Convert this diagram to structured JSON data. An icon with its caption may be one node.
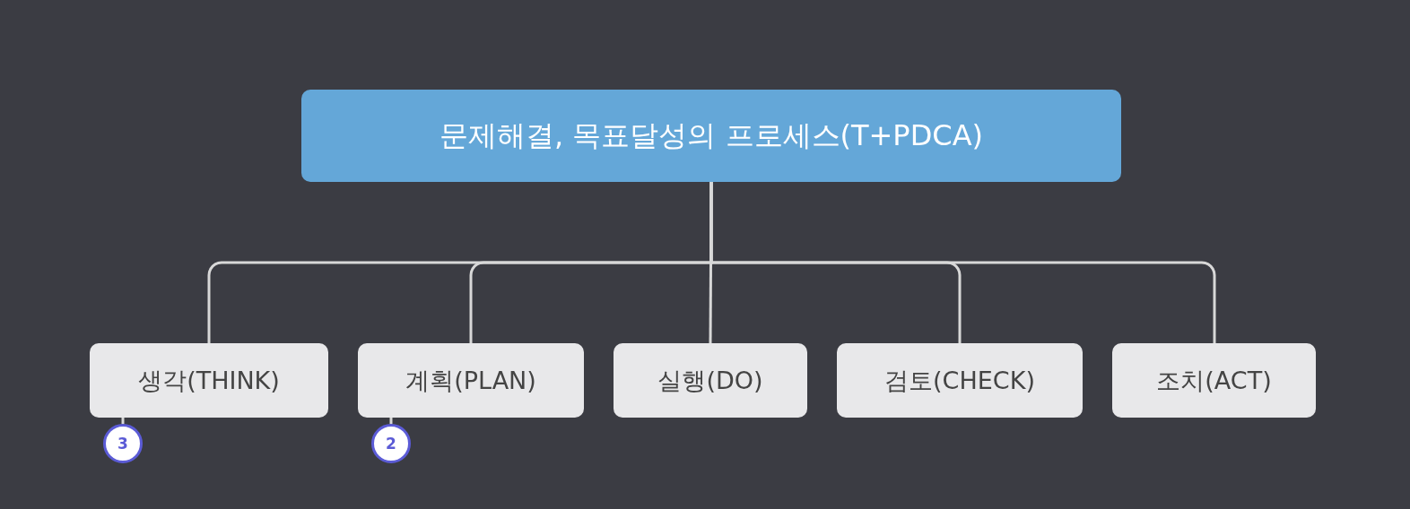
{
  "diagram": {
    "nodes": [
      {
        "text": [
          "문제해결, 목표달성의 프로세스(T+PDCA)"
        ]
      },
      {
        "text": [
          "생각(THINK)"
        ]
      },
      {
        "text": [
          "계획(PLAN)"
        ]
      },
      {
        "text": [
          "실행(DO)"
        ]
      },
      {
        "text": [
          "검토(CHECK)"
        ]
      },
      {
        "text": [
          "조치(ACT)"
        ]
      },
      {
        "text": [
          "3"
        ]
      },
      {
        "text": [
          "2"
        ]
      }
    ],
    "edges": [
      {
        "from": 0,
        "to": 1,
        "arrow": "none"
      },
      {
        "from": 0,
        "to": 2,
        "arrow": "none"
      },
      {
        "from": 0,
        "to": 3,
        "arrow": "none"
      },
      {
        "from": 0,
        "to": 4,
        "arrow": "none"
      },
      {
        "from": 0,
        "to": 5,
        "arrow": "none"
      },
      {
        "from": 1,
        "to": 6,
        "arrow": "none"
      },
      {
        "from": 2,
        "to": 7,
        "arrow": "none"
      }
    ]
  }
}
